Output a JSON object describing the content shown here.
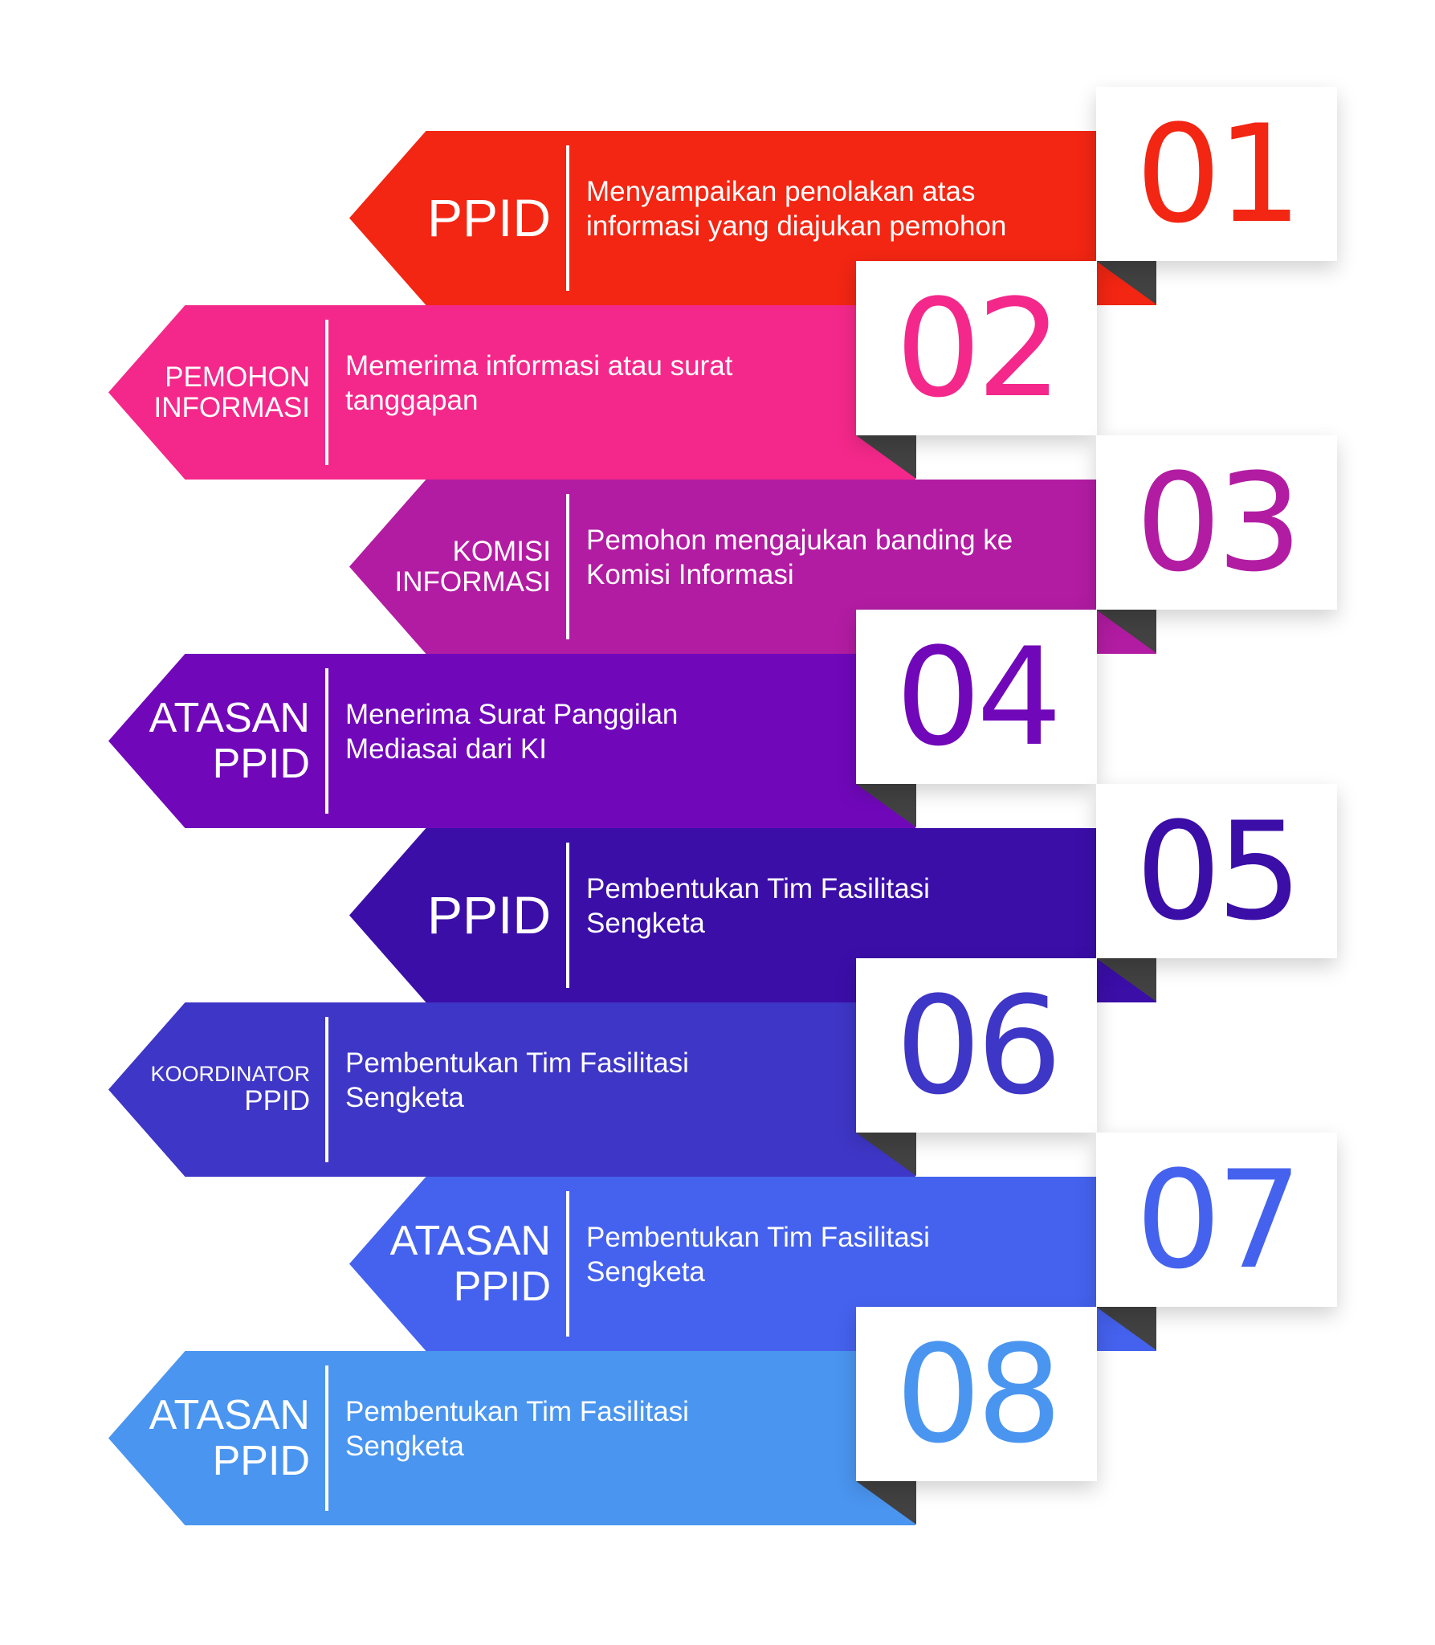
{
  "steps": [
    {
      "number": "01",
      "actor_lines": [
        "PPID"
      ],
      "description_lines": [
        "Menyampaikan penolakan atas",
        "informasi yang diajukan pemohon"
      ],
      "color": "#F22613"
    },
    {
      "number": "02",
      "actor_lines": [
        "PEMOHON",
        "INFORMASI"
      ],
      "description_lines": [
        "Memerima informasi atau surat",
        "tanggapan"
      ],
      "color": "#F4288A"
    },
    {
      "number": "03",
      "actor_lines": [
        "KOMISI",
        "INFORMASI"
      ],
      "description_lines": [
        "Pemohon mengajukan banding ke",
        "Komisi Informasi"
      ],
      "color": "#B21CA2"
    },
    {
      "number": "04",
      "actor_lines": [
        "ATASAN",
        "PPID"
      ],
      "description_lines": [
        "Menerima Surat Panggilan",
        "Mediasai dari KI"
      ],
      "color": "#7008BA"
    },
    {
      "number": "05",
      "actor_lines": [
        "PPID"
      ],
      "description_lines": [
        "Pembentukan Tim Fasilitasi",
        "Sengketa"
      ],
      "color": "#3B0EA8"
    },
    {
      "number": "06",
      "actor_lines": [
        "KOORDINATOR",
        "PPID"
      ],
      "description_lines": [
        "Pembentukan Tim Fasilitasi",
        "Sengketa"
      ],
      "color": "#3E36C6"
    },
    {
      "number": "07",
      "actor_lines": [
        "ATASAN",
        "PPID"
      ],
      "description_lines": [
        "Pembentukan Tim Fasilitasi",
        "Sengketa"
      ],
      "color": "#4562EE"
    },
    {
      "number": "08",
      "actor_lines": [
        "ATASAN",
        "PPID"
      ],
      "description_lines": [
        "Pembentukan Tim Fasilitasi",
        "Sengketa"
      ],
      "color": "#4A95F0"
    }
  ]
}
